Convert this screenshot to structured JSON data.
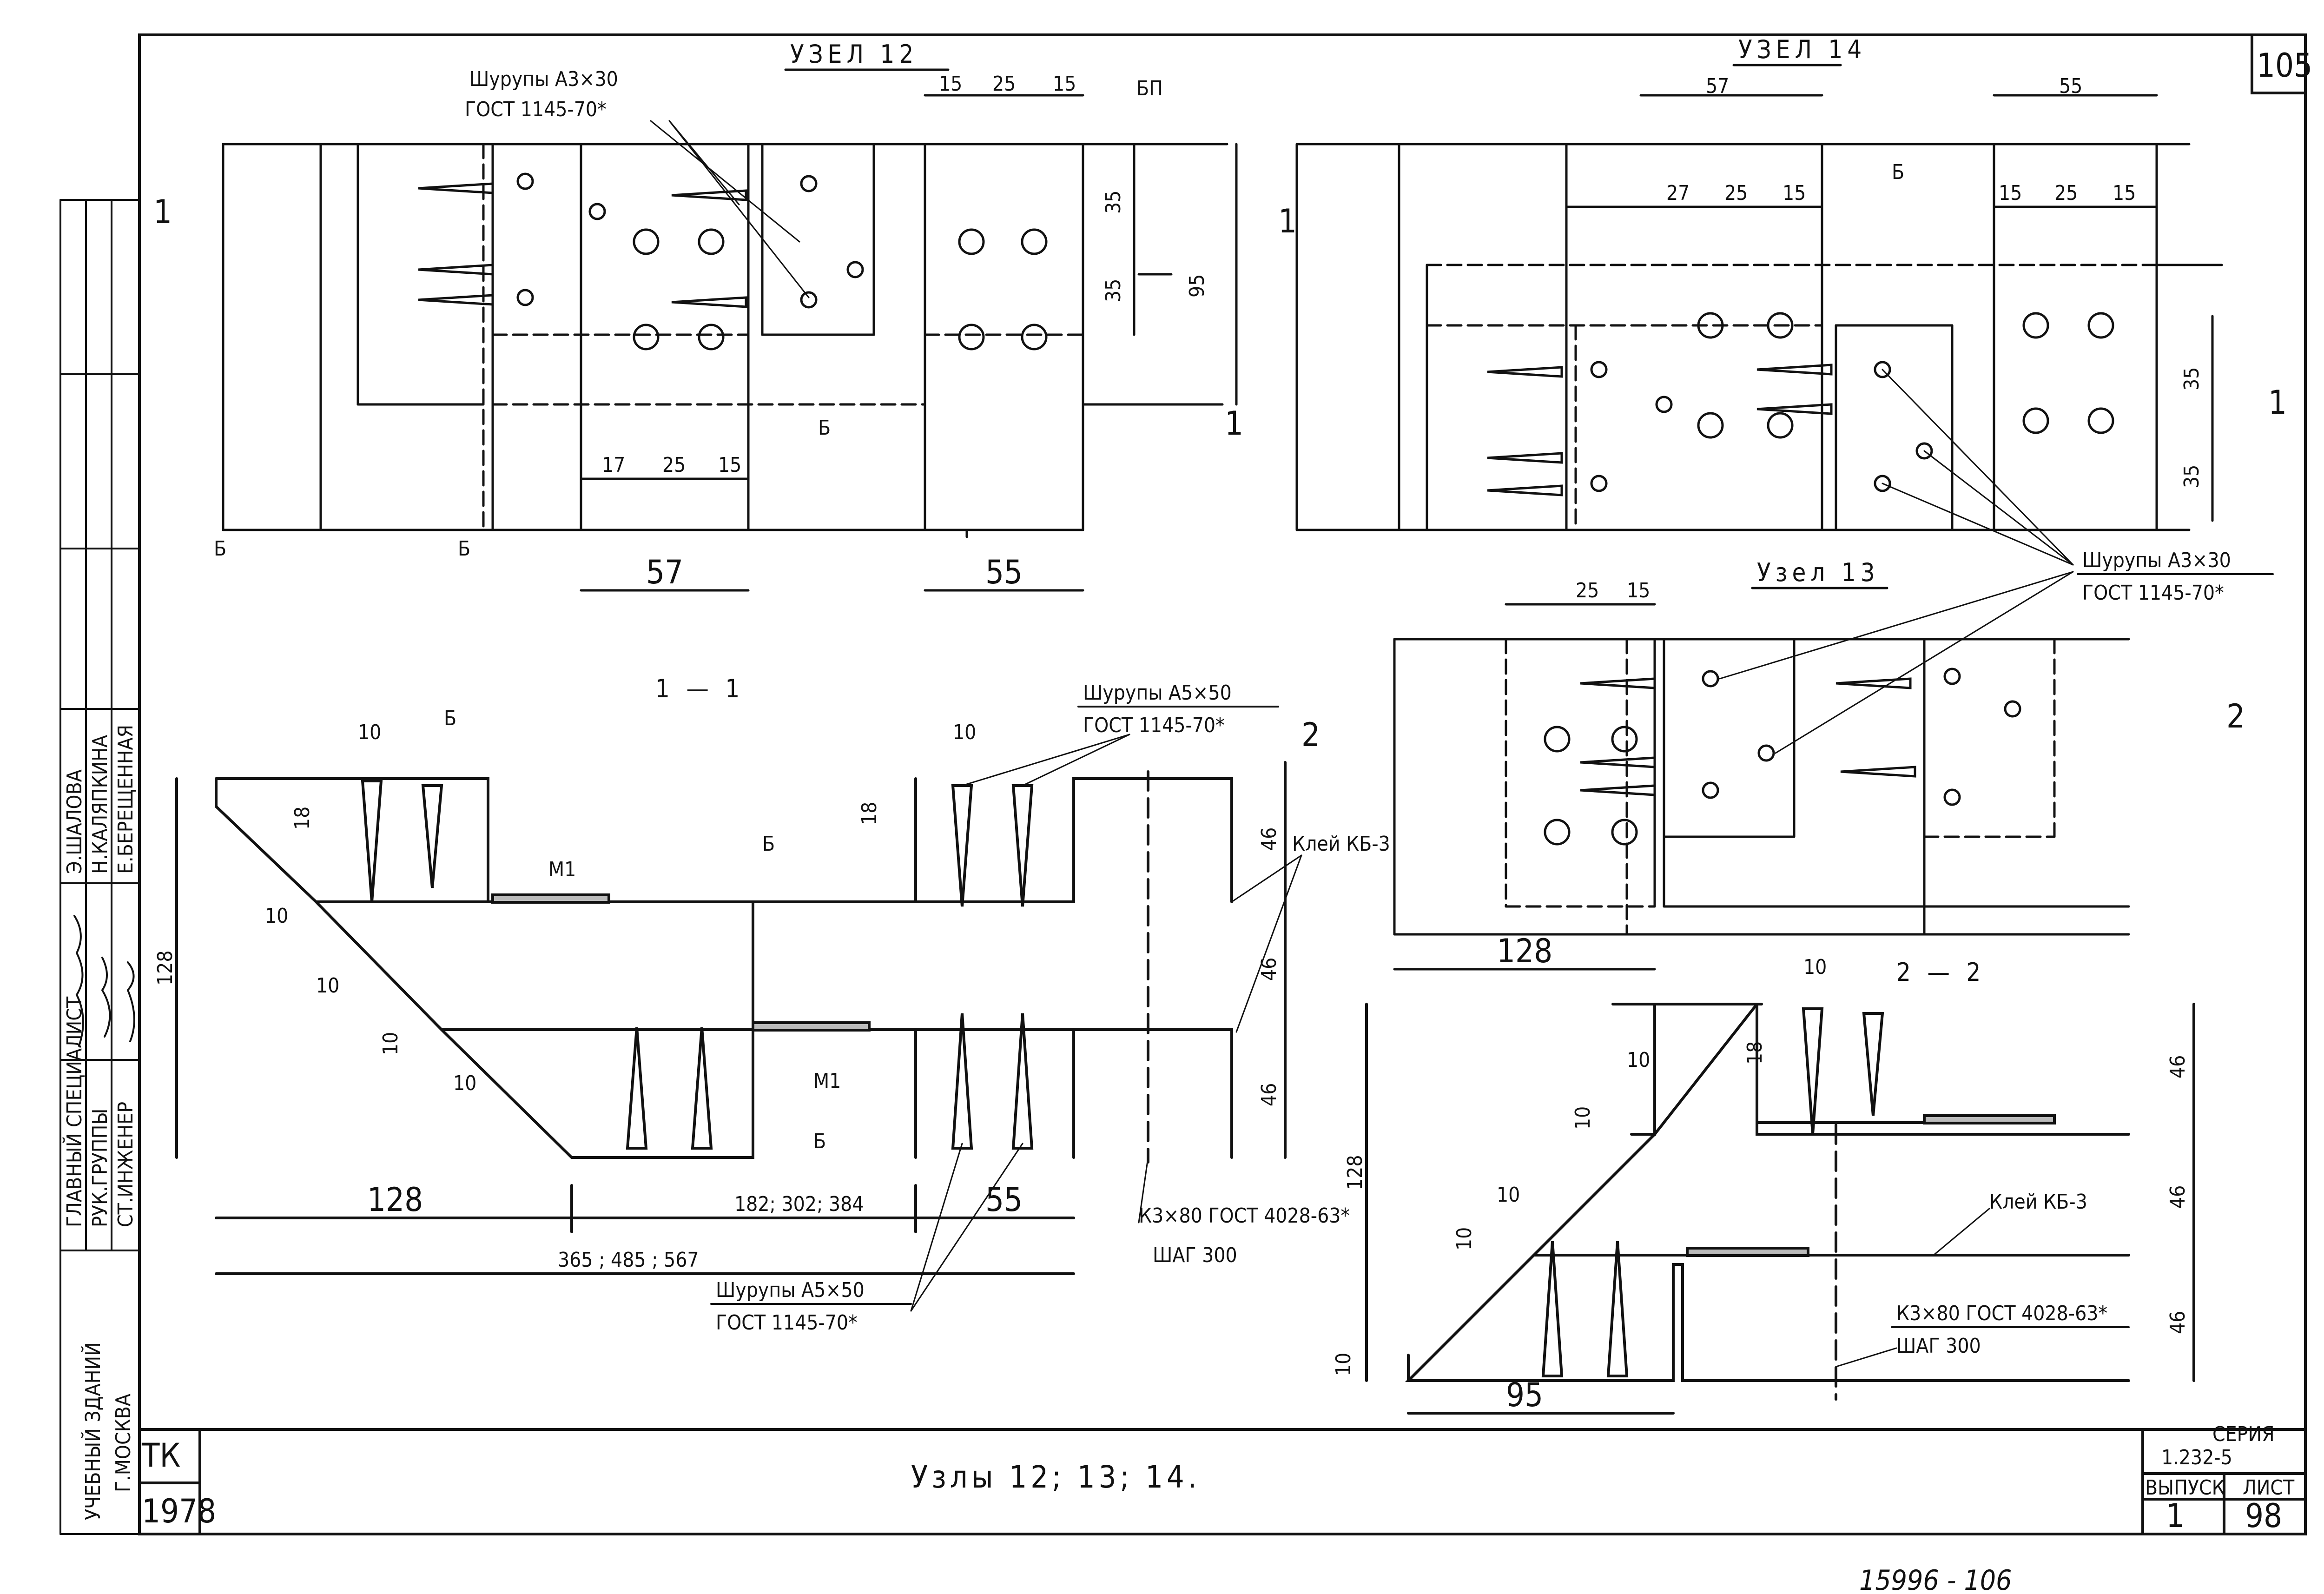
{
  "sheet": {
    "page_number": "105",
    "bottom_note": "15996 - 106",
    "title_block": {
      "org": "ТК",
      "year": "1978",
      "drawing_title": "Узлы 12; 13; 14.",
      "series_label": "СЕРИЯ",
      "series": "1.232-5",
      "issue_label": "ВЫПУСК",
      "issue": "1",
      "sheet_label": "ЛИСТ",
      "sheet": "98"
    },
    "side_stamp": {
      "institute": "УЧЕБНЫЙ ЗДАНИЙ",
      "city": "Г.МОСКВА",
      "roles": [
        "ГЛАВНЫЙ СПЕЦИАЛИСТ",
        "РУК.ГРУППЫ",
        "СТ.ИНЖЕНЕР"
      ],
      "names": [
        "Э.ШАЛОВА",
        "Н.КАЛЯПКИНА",
        "Е.БЕРЕЩЕННАЯ"
      ]
    }
  },
  "node12": {
    "title": "УЗЕЛ 12",
    "screw_label": "Шурупы А3×30",
    "screw_std": "ГОСТ 1145-70*",
    "dims_top": [
      "15",
      "25",
      "15"
    ],
    "dims_bottom_left": [
      "17",
      "25",
      "15"
    ],
    "dim_57": "57",
    "dim_55": "55",
    "dim_35a": "35",
    "dim_35b": "35",
    "dim_95": "95",
    "label_bp": "БП",
    "label_b": "Б",
    "section_mark": "1"
  },
  "node14": {
    "title": "УЗЕЛ 14",
    "dim_57": "57",
    "dim_55": "55",
    "dims_left": [
      "27",
      "25",
      "15"
    ],
    "dims_right": [
      "15",
      "25",
      "15"
    ],
    "dim_35a": "35",
    "dim_35b": "35",
    "label_b": "Б",
    "section_mark": "1",
    "screw_label": "Шурупы А3×30",
    "screw_std": "ГОСТ 1145-70*"
  },
  "node13": {
    "title": "Узел 13",
    "dims_top": [
      "25",
      "15"
    ],
    "dim_128": "128",
    "section_mark": "2"
  },
  "section11": {
    "title": "1 — 1",
    "dims": {
      "d10a": "10",
      "d18a": "18",
      "d10b": "10",
      "d10c": "10",
      "d10d": "10",
      "d10e": "10",
      "d18b": "18",
      "d10f": "10",
      "d128v": "128",
      "d46a": "46",
      "d46b": "46",
      "d46c": "46",
      "d128h": "128",
      "d182": "182; 302; 384",
      "d55": "55",
      "d365": "365 ; 485 ; 567"
    },
    "label_b": "Б",
    "label_m1": "М1",
    "screw_top": "Шурупы А5×50",
    "screw_top_std": "ГОСТ 1145-70*",
    "screw_bottom": "Шурупы А5×50",
    "screw_bottom_std": "ГОСТ 1145-70*",
    "glue": "Клей КБ-3",
    "nail": "К3×80 ГОСТ 4028-63*",
    "step": "ШАГ 300"
  },
  "section22": {
    "title": "2 — 2",
    "dims": {
      "d10a": "10",
      "d18": "18",
      "d10b": "10",
      "d10c": "10",
      "d10d": "10",
      "d10e": "10",
      "d10f": "10",
      "d128": "128",
      "d46a": "46",
      "d46b": "46",
      "d46c": "46",
      "d95": "95"
    },
    "glue": "Клей КБ-3",
    "nail": "К3×80 ГОСТ 4028-63*",
    "step": "ШАГ 300"
  }
}
